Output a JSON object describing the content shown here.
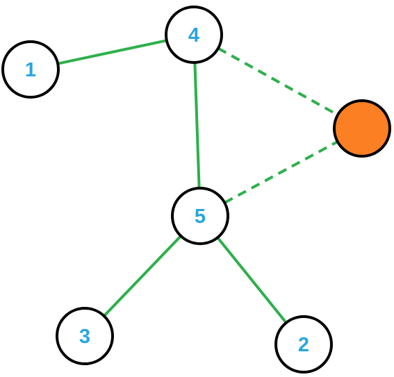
{
  "colors": {
    "edge": "#2db04b",
    "node_fill": "#ffffff",
    "node_stroke": "#000000",
    "label": "#27a6e0",
    "highlight_fill": "#fd7f23"
  },
  "nodes": [
    {
      "id": "1",
      "label": "1"
    },
    {
      "id": "4",
      "label": "4"
    },
    {
      "id": "5",
      "label": "5"
    },
    {
      "id": "3",
      "label": "3"
    },
    {
      "id": "2",
      "label": "2"
    },
    {
      "id": "new",
      "label": ""
    }
  ],
  "edges": [
    {
      "from": "1",
      "to": "4",
      "style": "solid"
    },
    {
      "from": "4",
      "to": "5",
      "style": "solid"
    },
    {
      "from": "5",
      "to": "3",
      "style": "solid"
    },
    {
      "from": "5",
      "to": "2",
      "style": "solid"
    },
    {
      "from": "4",
      "to": "new",
      "style": "dashed"
    },
    {
      "from": "5",
      "to": "new",
      "style": "dashed"
    }
  ]
}
